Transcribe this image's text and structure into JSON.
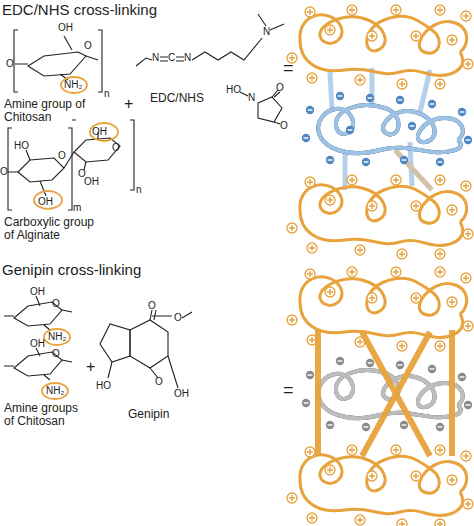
{
  "diagram": {
    "labels": [
      "EDC/NHS cross-linking",
      "OH",
      "O",
      "O",
      "NH₂",
      "n",
      "Amine group of Chitosan",
      "+",
      "N",
      "C",
      "N",
      "N",
      "HO",
      "N",
      "O",
      "O",
      "EDC/NHS",
      "O",
      "HO",
      "O",
      "OH",
      "m",
      "O",
      "OH",
      "O",
      "OH",
      "n",
      "Carboxylic group of Alginate",
      "=",
      "Genipin cross-linking",
      "OH",
      "O",
      "NH₂",
      "OH",
      "O",
      "NH₂",
      "Amine groups of Chitosan",
      "+",
      "O",
      "O",
      "O",
      "HO",
      "OH",
      "Genipin",
      "="
    ]
  }
}
